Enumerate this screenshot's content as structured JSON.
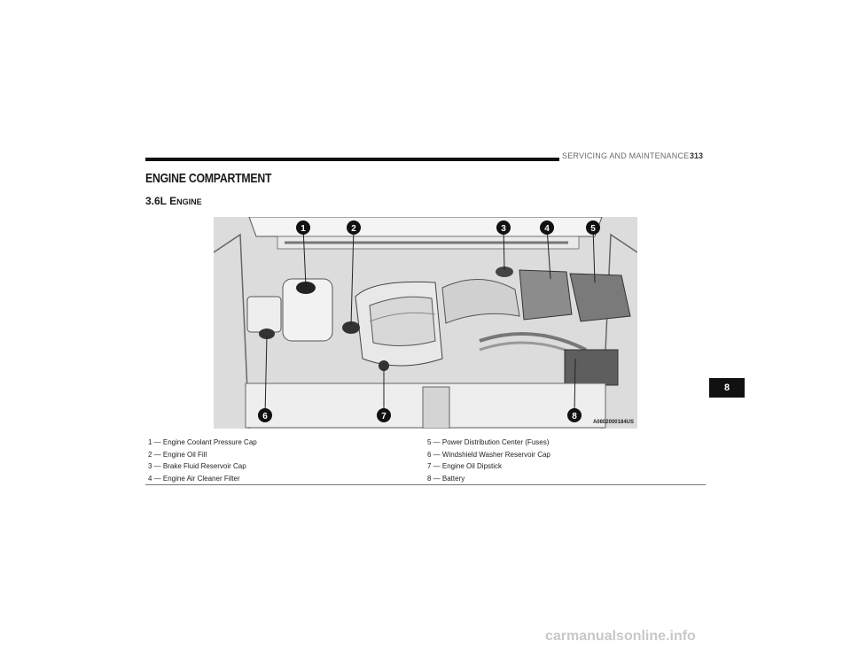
{
  "header": {
    "section": "SERVICING AND MAINTENANCE",
    "page_number": "313"
  },
  "title": "ENGINE COMPARTMENT",
  "subtitle": {
    "prefix": "3.6L E",
    "rest": "NGINE"
  },
  "chapter_tab": "8",
  "figure": {
    "code": "A0802000184US",
    "callouts": [
      "1",
      "2",
      "3",
      "4",
      "5",
      "6",
      "7",
      "8"
    ]
  },
  "legend": [
    {
      "left": "1 — Engine Coolant Pressure Cap",
      "right": "5 — Power Distribution Center (Fuses)"
    },
    {
      "left": "2 — Engine Oil Fill",
      "right": "6 — Windshield Washer Reservoir Cap"
    },
    {
      "left": "3 — Brake Fluid Reservoir Cap",
      "right": "7 — Engine Oil Dipstick"
    },
    {
      "left": "4 — Engine Air Cleaner Filter",
      "right": "8 — Battery"
    }
  ],
  "watermark": "carmanualsonline.info"
}
